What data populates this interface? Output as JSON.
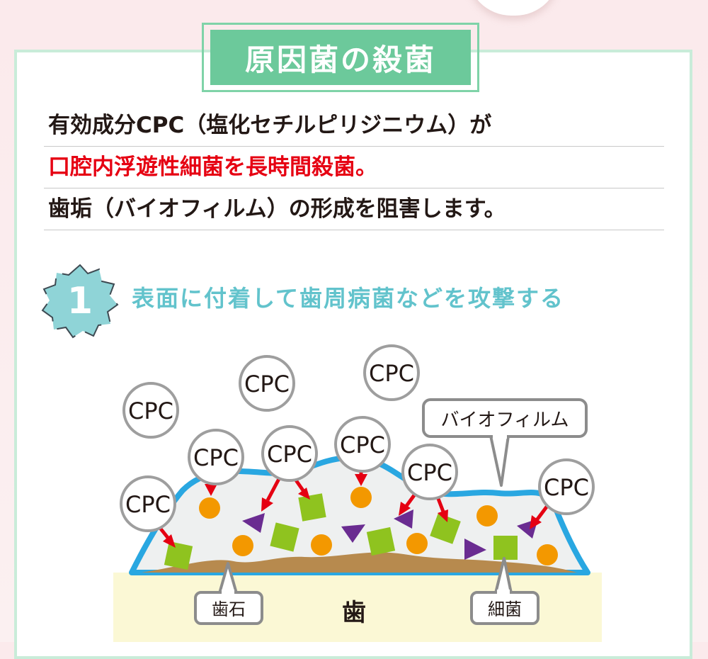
{
  "title": "原因菌の殺菌",
  "lines": [
    {
      "text": "有効成分CPC（塩化セチルピリジニウム）が"
    },
    {
      "text": "口腔内浮遊性細菌を長時間殺菌。"
    },
    {
      "text": "歯垢（バイオフィルム）の形成を阻害します。"
    }
  ],
  "step": {
    "number": "1",
    "text": "表面に付着して歯周病菌などを攻撃する"
  },
  "diagram": {
    "cpc_label": "CPC",
    "labels": {
      "biofilm": "バイオフィルム",
      "tartar": "歯石",
      "tooth": "歯",
      "bacteria": "細菌"
    },
    "colors": {
      "biofilm_edge": "#29a7e1",
      "biofilm_fill": "#eef0f0",
      "tartar": "#b78a4e",
      "tooth": "#fbf8d5",
      "arrow": "#e50012",
      "orange": "#f39800",
      "green": "#8fc31f",
      "purple": "#6a2c91",
      "accent": "#6cc99b",
      "step": "#62c3cc"
    }
  }
}
